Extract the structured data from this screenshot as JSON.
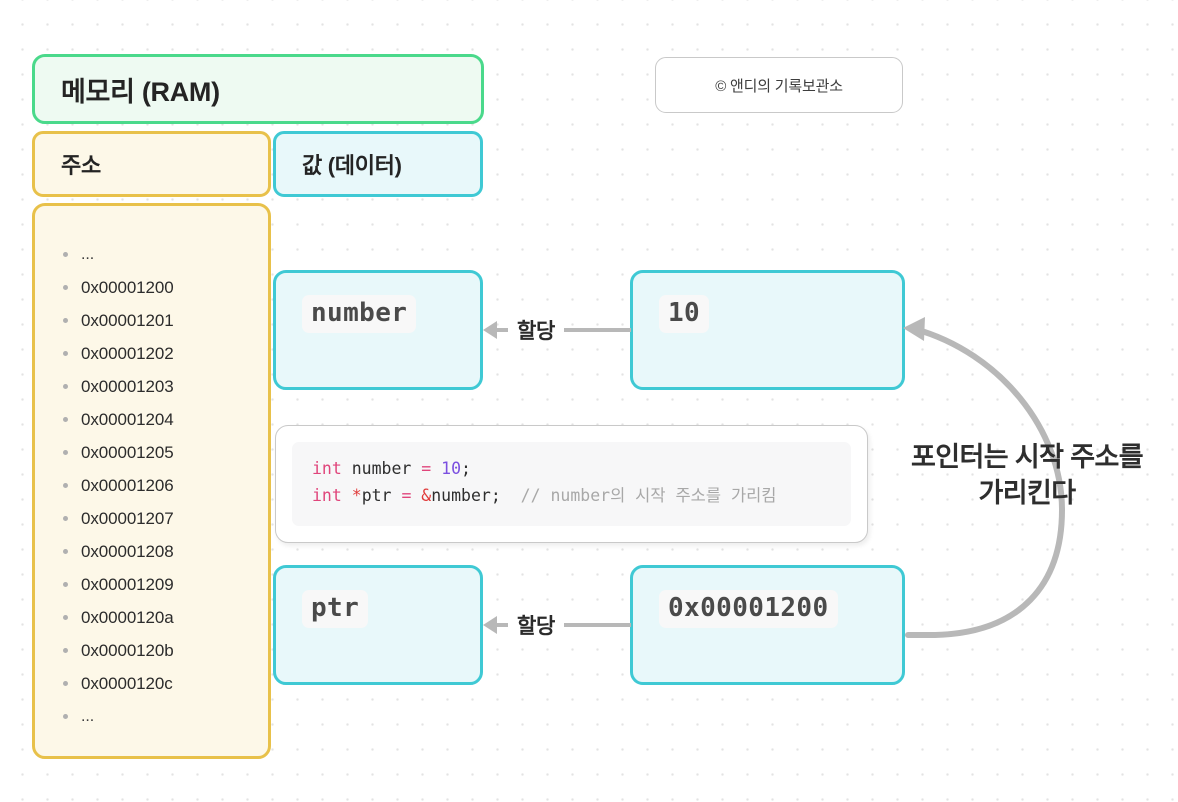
{
  "diagram": {
    "memory_panel": {
      "title": "메모리 (RAM)",
      "address_column_header": "주소",
      "value_column_header": "값 (데이터)",
      "addresses": [
        "...",
        "0x00001200",
        "0x00001201",
        "0x00001202",
        "0x00001203",
        "0x00001204",
        "0x00001205",
        "0x00001206",
        "0x00001207",
        "0x00001208",
        "0x00001209",
        "0x0000120a",
        "0x0000120b",
        "0x0000120c",
        "..."
      ]
    },
    "watermark": {
      "label": "© 앤디의 기록보관소"
    },
    "variables": [
      {
        "name": "number",
        "value": "10",
        "arrow_label": "할당"
      },
      {
        "name": "ptr",
        "value": "0x00001200",
        "arrow_label": "할당"
      }
    ],
    "code": {
      "line1": {
        "kw": "int",
        "name": " number ",
        "op": "=",
        "num": " 10",
        "end": ";"
      },
      "line2": {
        "kw": "int",
        "star": " *",
        "name": "ptr ",
        "op": "=",
        "amp": " &",
        "target": "number",
        "end": ";",
        "comment": "  // number의 시작 주소를 가리킴"
      }
    },
    "annotation": {
      "line1": "포인터는 시작 주소를",
      "line2": "가리킨다"
    },
    "colors": {
      "green_border": "#4ad98b",
      "green_fill": "#eefaf2",
      "yellow_border": "#e8c14a",
      "yellow_fill": "#fdf8e8",
      "teal_border": "#3fc9d4",
      "teal_fill": "#e8f8fa",
      "arrow_gray": "#b8b8b8"
    }
  }
}
